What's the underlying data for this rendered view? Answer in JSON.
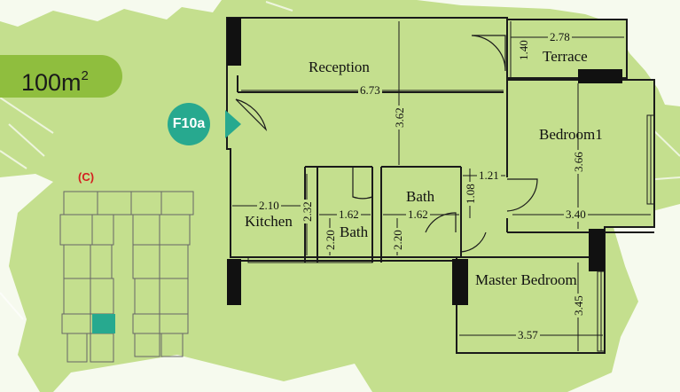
{
  "area": {
    "value": "100m",
    "superscript": "2"
  },
  "unit_code": "F10a",
  "key_plan": {
    "label": "(C)"
  },
  "rooms": {
    "reception": "Reception",
    "terrace": "Terrace",
    "bedroom1": "Bedroom1",
    "kitchen": "Kitchen",
    "bath1": "Bath",
    "bath2": "Bath",
    "master_bedroom": "Master Bedroom"
  },
  "dimensions": {
    "reception_width": "6.73",
    "reception_depth": "3.62",
    "terrace_width": "2.78",
    "terrace_depth": "1.40",
    "bedroom1_depth": "3.66",
    "bedroom1_width": "3.40",
    "passage_width": "1.21",
    "passage_depth": "1.08",
    "kitchen_width": "2.10",
    "kitchen_depth": "2.32",
    "bath1_width": "1.62",
    "bath1_depth": "2.20",
    "bath2_width": "1.62",
    "bath2_depth": "2.20",
    "master_depth": "3.45",
    "master_width": "3.57"
  },
  "colors": {
    "background": "#c4df8e",
    "plan_fill": "#c4df8e",
    "wall": "#1a1a1a",
    "accent": "#27a98f",
    "area_badge": "#8fbe3e",
    "key_label": "#d42020"
  }
}
